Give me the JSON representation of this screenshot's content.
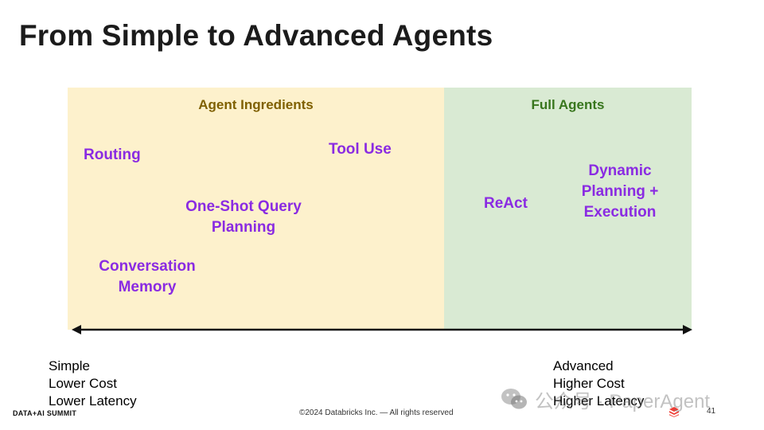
{
  "slide": {
    "title": "From Simple to Advanced Agents",
    "left_panel": {
      "heading": "Agent Ingredients",
      "items": [
        "Routing",
        "Tool Use",
        "One-Shot Query\nPlanning",
        "Conversation\nMemory"
      ]
    },
    "right_panel": {
      "heading": "Full Agents",
      "items": [
        "ReAct",
        "Dynamic\nPlanning +\nExecution"
      ]
    },
    "axis": {
      "left_caption": "Simple\nLower Cost\nLower Latency",
      "right_caption": "Advanced\nHigher Cost\nHigher Latency"
    }
  },
  "footer": {
    "brand": "DATA+AI SUMMIT",
    "copyright": "©2024 Databricks Inc. — All rights reserved",
    "page_number": "41"
  },
  "watermark": {
    "text": "公众号 · PaperAgent"
  },
  "colors": {
    "left_panel_bg": "#fdf1cc",
    "right_panel_bg": "#d9ead3",
    "left_heading": "#7f6000",
    "right_heading": "#38761d",
    "item_text": "#8a2be2"
  }
}
